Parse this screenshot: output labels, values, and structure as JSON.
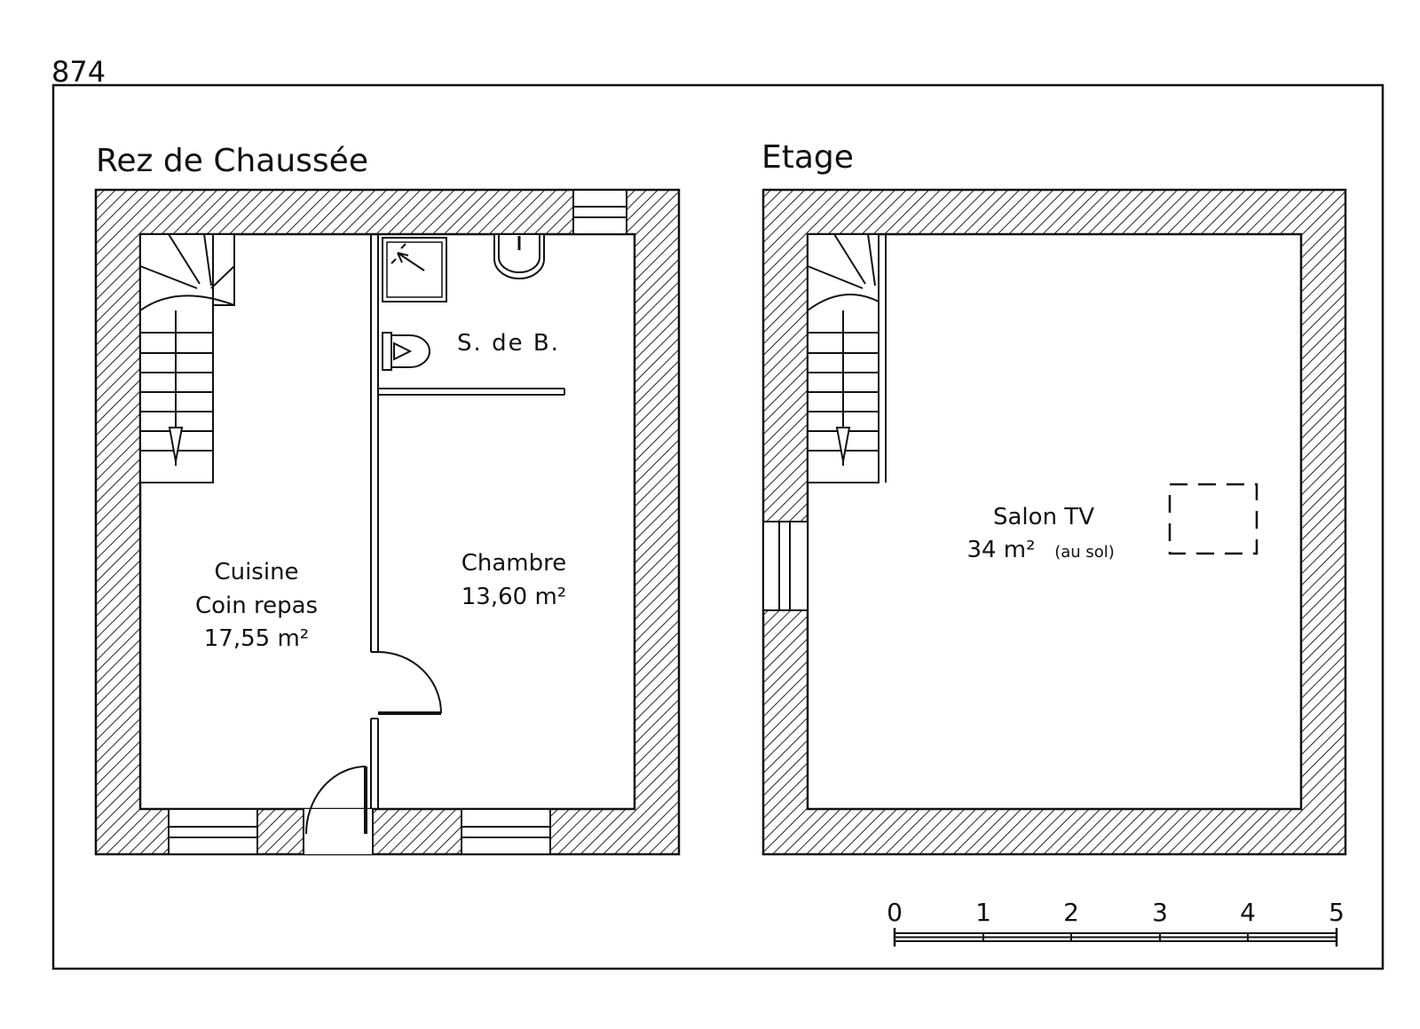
{
  "plan_number": "874",
  "floors": {
    "ground": {
      "title": "Rez de Chaussée"
    },
    "upper": {
      "title": "Etage"
    }
  },
  "rooms": {
    "cuisine": {
      "line1": "Cuisine",
      "line2": "Coin repas",
      "area": "17,55 m²"
    },
    "chambre": {
      "line1": "Chambre",
      "area": "13,60 m²"
    },
    "sdb": {
      "label": "S. de B."
    },
    "salon": {
      "line1": "Salon TV",
      "area": "34 m²",
      "note": "(au sol)"
    }
  },
  "scale_bar": {
    "ticks": [
      "0",
      "1",
      "2",
      "3",
      "4",
      "5"
    ]
  },
  "colors": {
    "ink": "#111111",
    "paper": "#ffffff"
  }
}
